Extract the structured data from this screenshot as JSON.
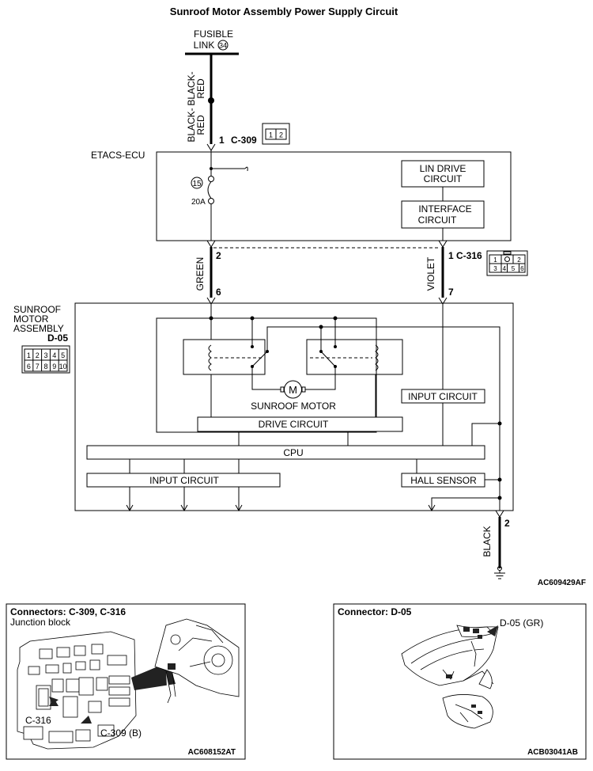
{
  "title": "Sunroof Motor Assembly Power Supply Circuit",
  "fusible_link": {
    "line1": "FUSIBLE",
    "line2": "LINK",
    "number": "34"
  },
  "wires": {
    "black_red_1": {
      "l1": "BLACK-",
      "l2": "RED"
    },
    "black_red_2": {
      "l1": "BLACK-",
      "l2": "RED"
    },
    "green": "GREEN",
    "violet": "VIOLET",
    "black": "BLACK"
  },
  "connectors": {
    "c309": {
      "pin": "1",
      "name": "C-309",
      "pins": [
        "1",
        "2"
      ]
    },
    "c316": {
      "pin_left": "2",
      "pin_right": "1",
      "name": "C-316",
      "pins": [
        "1",
        "2",
        "3",
        "4",
        "5",
        "6"
      ]
    },
    "d05": {
      "pin_green": "6",
      "pin_violet": "7",
      "pin_black": "2",
      "name": "D-05",
      "pins": [
        "1",
        "2",
        "3",
        "4",
        "5",
        "6",
        "7",
        "8",
        "9",
        "10"
      ]
    }
  },
  "etacs": {
    "label": "ETACS-ECU",
    "fuse_number": "15",
    "fuse_rating": "20A",
    "lin_drive": {
      "l1": "LIN DRIVE",
      "l2": "CIRCUIT"
    },
    "interface": {
      "l1": "INTERFACE",
      "l2": "CIRCUIT"
    }
  },
  "sunroof_assembly": {
    "label": {
      "l1": "SUNROOF",
      "l2": "MOTOR",
      "l3": "ASSEMBLY"
    },
    "motor_symbol": "M",
    "motor_label": "SUNROOF MOTOR",
    "input_circuit_right": "INPUT CIRCUIT",
    "drive_circuit": "DRIVE CIRCUIT",
    "cpu": "CPU",
    "input_circuit_left": "INPUT CIRCUIT",
    "hall_sensor": "HALL SENSOR"
  },
  "figure_codes": {
    "main": "AC609429AF",
    "left_panel": "AC608152AT",
    "right_panel": "ACB03041AB"
  },
  "left_panel": {
    "title": "Connectors: C-309, C-316",
    "subtitle": "Junction block",
    "callout_c316": "C-316",
    "callout_c309": "C-309 (B)"
  },
  "right_panel": {
    "title": "Connector: D-05",
    "callout": "D-05 (GR)"
  }
}
